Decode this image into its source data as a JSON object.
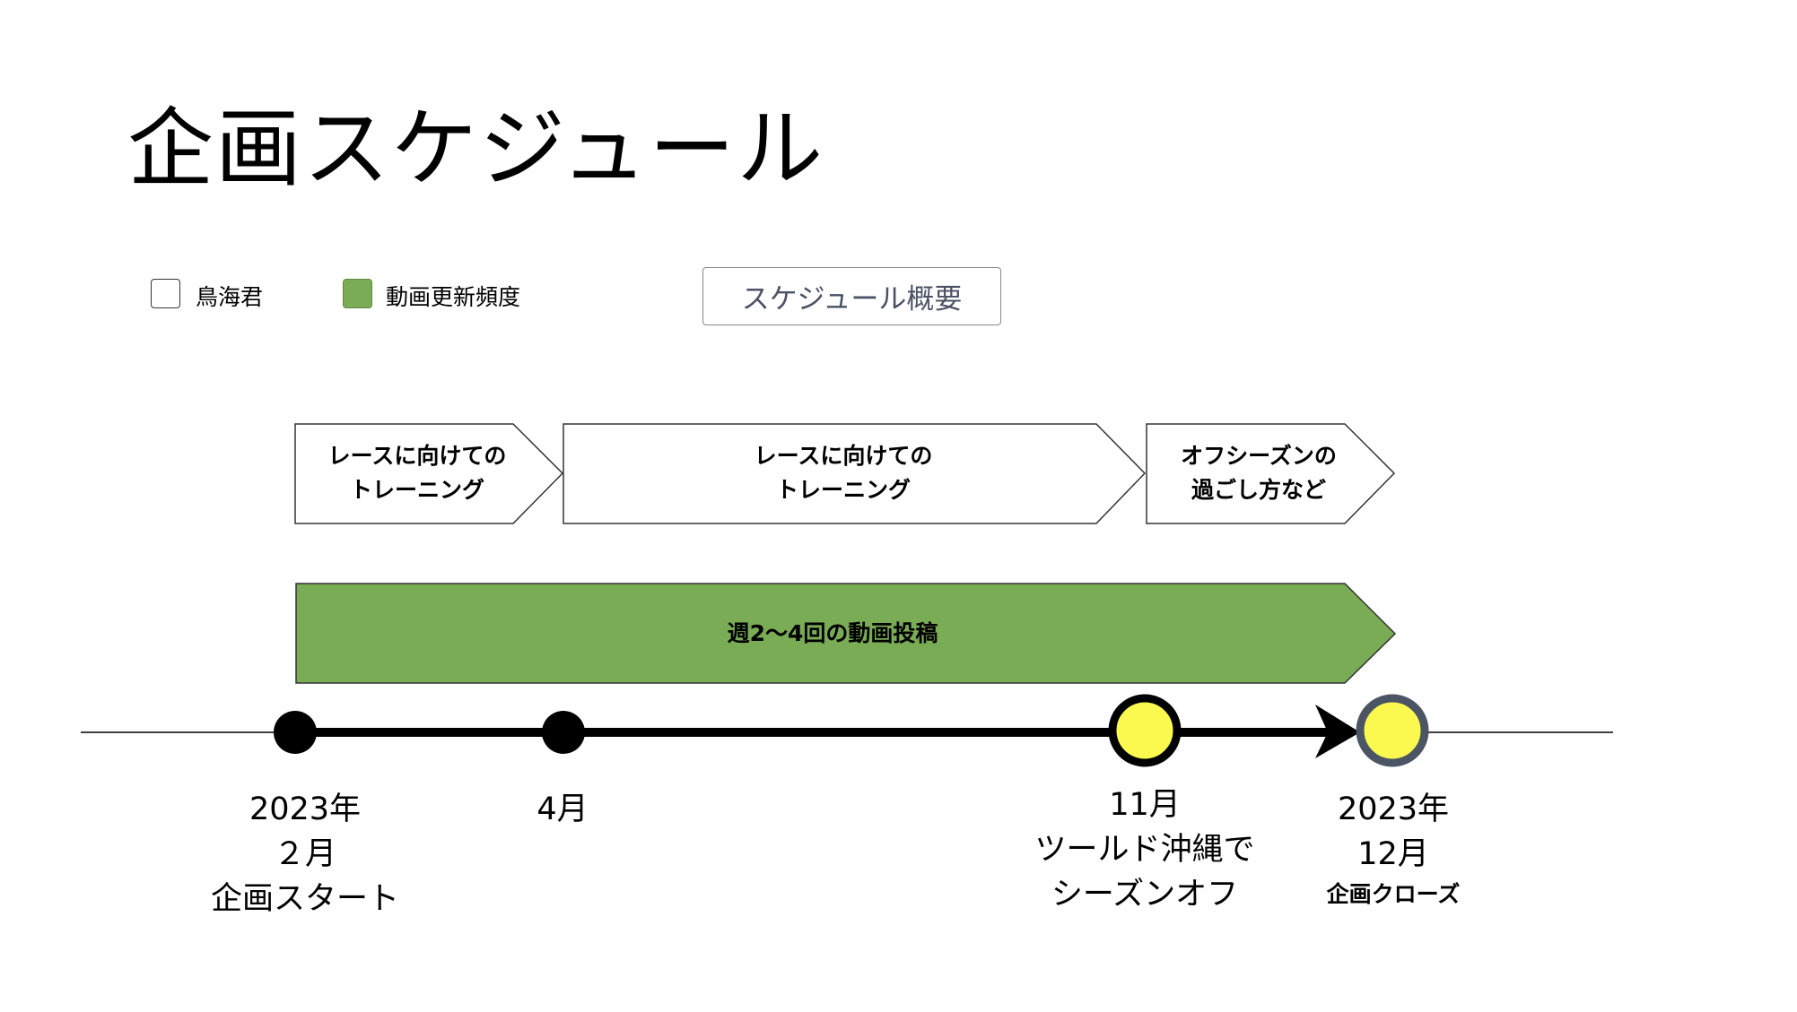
{
  "title": "企画スケジュール",
  "legend": [
    {
      "label": "鳥海君",
      "color": "#ffffff"
    },
    {
      "label": "動画更新頻度",
      "color": "#7aab55"
    }
  ],
  "summary_button": "スケジュール概要",
  "phases": [
    {
      "line1": "レースに向けての",
      "line2": "トレーニング"
    },
    {
      "line1": "レースに向けての",
      "line2": "トレーニング"
    },
    {
      "line1": "オフシーズンの",
      "line2": "過ごし方など"
    }
  ],
  "frequency_bar": {
    "label": "週2〜4回の動画投稿",
    "color": "#7aab55"
  },
  "milestones": [
    {
      "lines": [
        "2023年",
        "２月",
        "企画スタート"
      ]
    },
    {
      "lines": [
        "4月"
      ]
    },
    {
      "lines": [
        "11月",
        "ツールド沖縄で",
        "シーズンオフ"
      ]
    },
    {
      "lines": [
        "2023年",
        "12月",
        "企画クローズ"
      ]
    }
  ],
  "colors": {
    "highlight": "#fbf94f",
    "close_ring": "#4b5563",
    "text_button": "#4a5263"
  }
}
